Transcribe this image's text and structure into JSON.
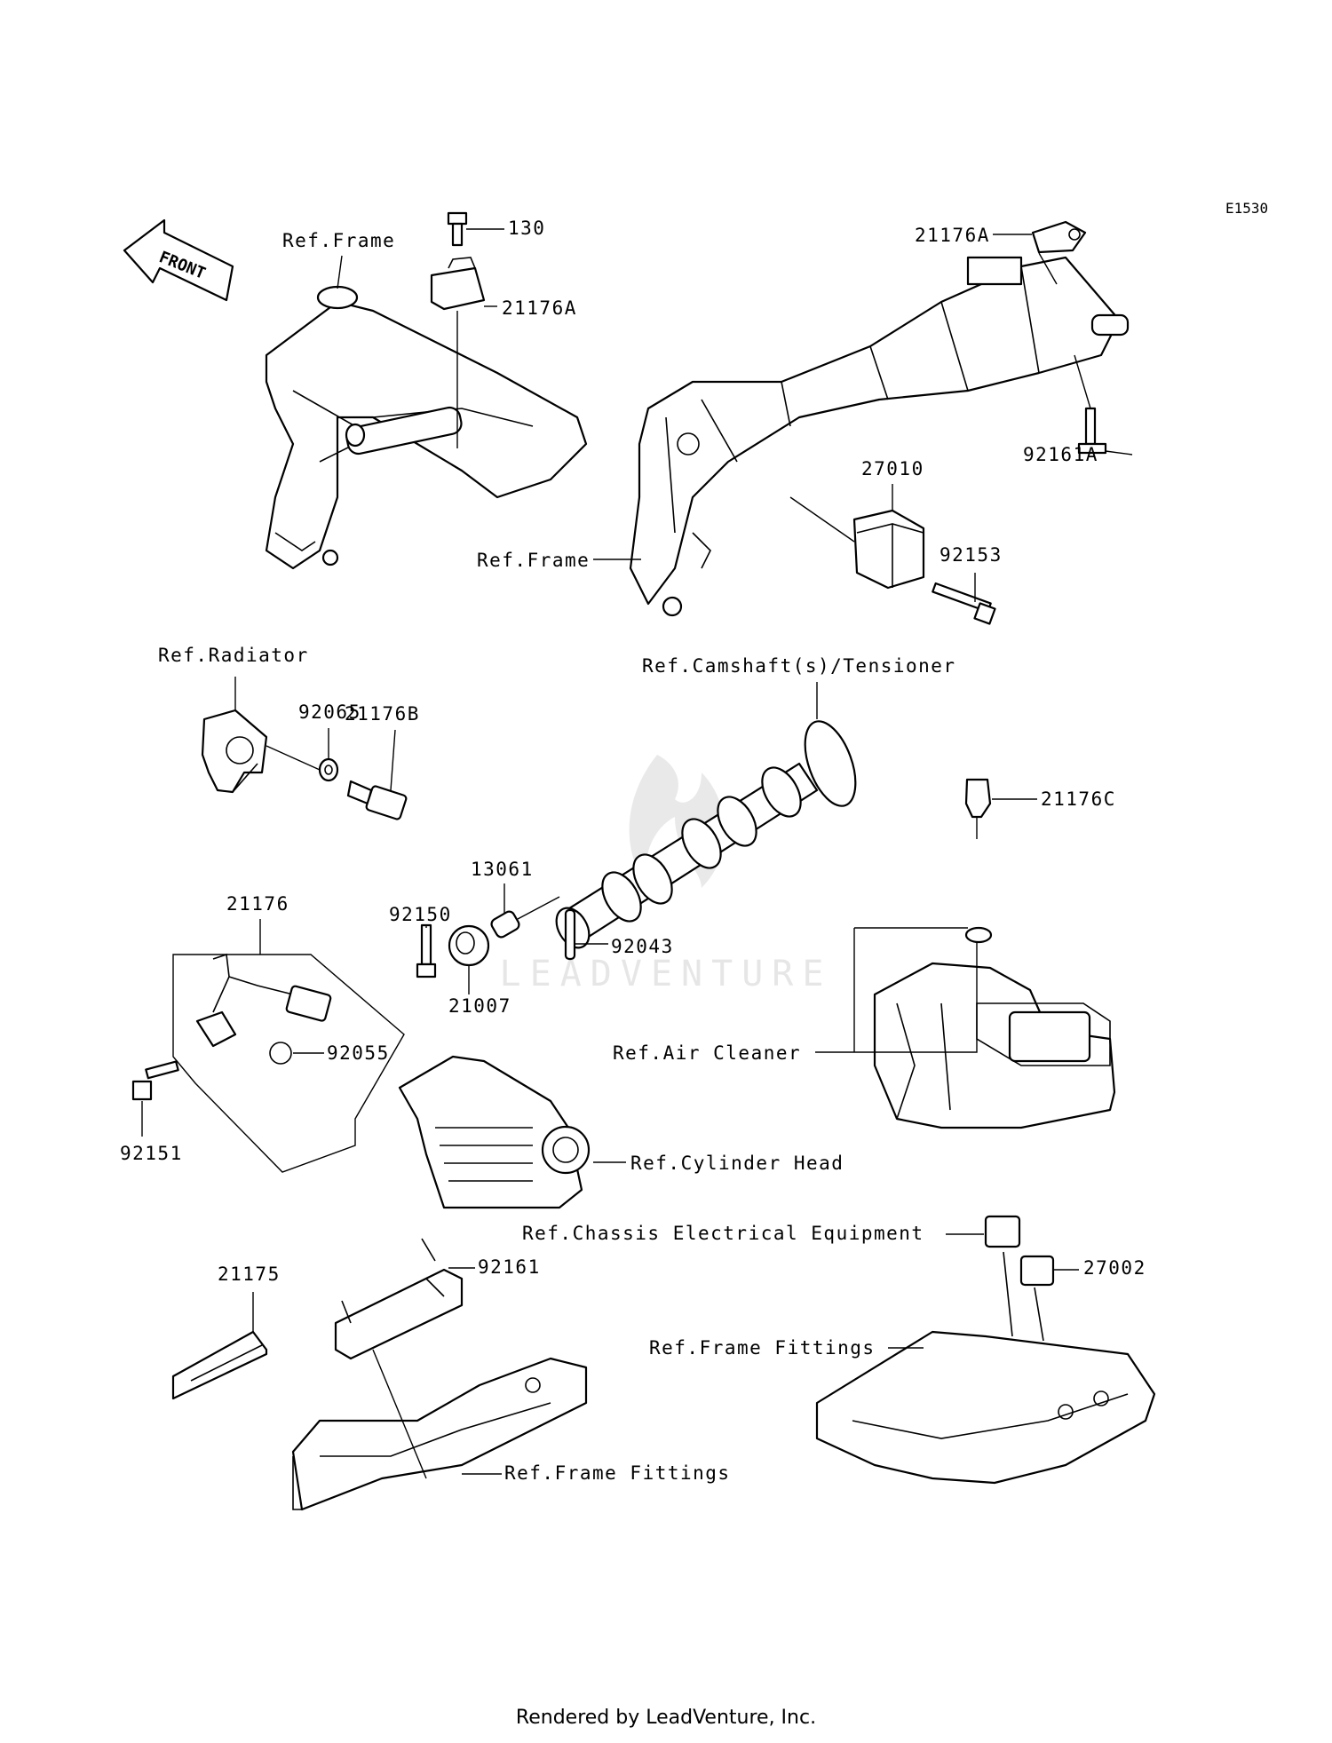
{
  "diagram_code": "E1530",
  "front_label": "FRONT",
  "labels": {
    "ref_frame_left": "Ref.Frame",
    "p130": "130",
    "p21176A_left": "21176A",
    "p21176A_right": "21176A",
    "p92161A": "92161A",
    "p27010": "27010",
    "p92153": "92153",
    "ref_frame_center": "Ref.Frame",
    "ref_radiator": "Ref.Radiator",
    "p92065": "92065",
    "p21176B": "21176B",
    "ref_camshaft": "Ref.Camshaft(s)/Tensioner",
    "p21176C": "21176C",
    "p13061": "13061",
    "p92150": "92150",
    "p92043": "92043",
    "p21007": "21007",
    "p21176": "21176",
    "p92055": "92055",
    "p92151": "92151",
    "ref_air_cleaner": "Ref.Air Cleaner",
    "ref_cylinder_head": "Ref.Cylinder Head",
    "ref_chassis_electrical": "Ref.Chassis Electrical Equipment",
    "p27002": "27002",
    "p21175": "21175",
    "p92161": "92161",
    "ref_frame_fittings_right": "Ref.Frame Fittings",
    "ref_frame_fittings_left": "Ref.Frame Fittings"
  },
  "watermark": "LEADVENTURE",
  "footer": "Rendered by LeadVenture, Inc."
}
